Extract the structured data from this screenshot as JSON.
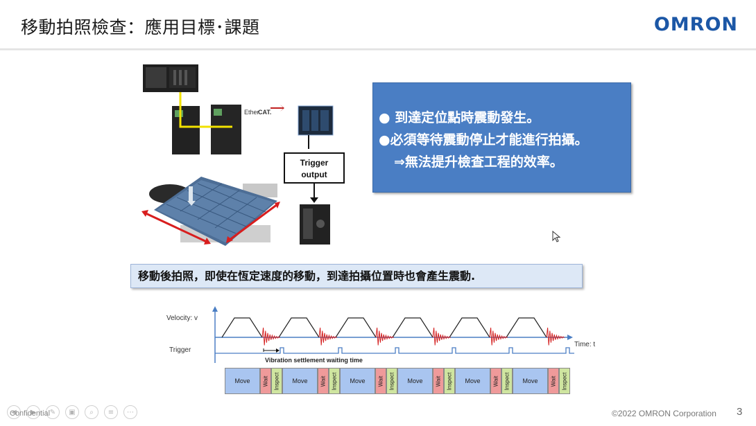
{
  "header": {
    "title": "移動拍照檢查：應用目標･課題",
    "logo": "OMRON"
  },
  "illustration": {
    "ethercat_label_a": "Ether",
    "ethercat_label_b": "CAT.",
    "trigger_label_line1": "Trigger",
    "trigger_label_line2": "output"
  },
  "info_box": {
    "line1": "●  到達定位點時震動發生。",
    "line2": "●必須等待震動停止才能進行拍攝。",
    "line3": "⇒無法提升檢查工程的效率。"
  },
  "caption": "移動後拍照，即使在恆定速度的移動，到達拍攝位置時也會產生震動.",
  "timing_chart": {
    "velocity_label": "Velocity: v",
    "trigger_label": "Trigger",
    "time_label": "Time: t",
    "annotation": "Vibration settlement waiting time",
    "segments": [
      {
        "type": "move",
        "label": "Move"
      },
      {
        "type": "wait",
        "label": "Wait"
      },
      {
        "type": "insp",
        "label": "Inspect"
      },
      {
        "type": "move",
        "label": "Move"
      },
      {
        "type": "wait",
        "label": "Wait"
      },
      {
        "type": "insp",
        "label": "Inspect"
      },
      {
        "type": "move",
        "label": "Move"
      },
      {
        "type": "wait",
        "label": "Wait"
      },
      {
        "type": "insp",
        "label": "Inspect"
      },
      {
        "type": "move",
        "label": "Move"
      },
      {
        "type": "wait",
        "label": "Wait"
      },
      {
        "type": "insp",
        "label": "Inspect"
      },
      {
        "type": "move",
        "label": "Move"
      },
      {
        "type": "wait",
        "label": "Wait"
      },
      {
        "type": "insp",
        "label": "Inspect"
      },
      {
        "type": "move",
        "label": "Move"
      },
      {
        "type": "wait",
        "label": "Wait"
      },
      {
        "type": "insp",
        "label": "Inspect"
      }
    ],
    "colors": {
      "move": "#a9c5f0",
      "wait": "#ef9a9a",
      "insp": "#cfe5a0",
      "vibration": "#d42020",
      "axis": "#4a7ec4"
    }
  },
  "footer": {
    "confidential": "Confidential",
    "copyright": "©2022 OMRON Corporation",
    "page_number": "3"
  },
  "nav_icons": [
    "prev-icon",
    "next-icon",
    "pen-icon",
    "copy-icon",
    "zoom-icon",
    "notes-icon",
    "more-icon"
  ]
}
